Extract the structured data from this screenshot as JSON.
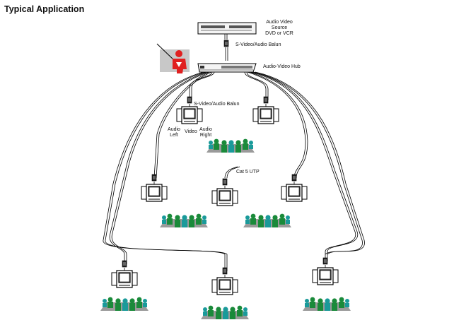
{
  "title": "Typical Application",
  "labels": {
    "source": [
      "Audio Video",
      "Source",
      "DVD or VCR"
    ],
    "balun_top": "S-Video/Audio Balun",
    "hub": "Audio-Video Hub",
    "balun_tv": "S-Video/Audio Balun",
    "audio_left": [
      "Audio",
      "Left"
    ],
    "video": "Video",
    "audio_right": [
      "Audio",
      "Right"
    ],
    "cable": "Cat 5 UTP"
  },
  "colors": {
    "line": "#000000",
    "presenter": "#e02020",
    "presenter_bg": "#c8c8c8",
    "seat_gray": "#9a9a9a",
    "person_green": "#1a8a3a",
    "person_teal": "#1a9a9a"
  },
  "icons": [
    "dvd-vcr-icon",
    "balun-icon",
    "hub-icon",
    "presenter-icon",
    "tv-icon",
    "audience-icon"
  ]
}
